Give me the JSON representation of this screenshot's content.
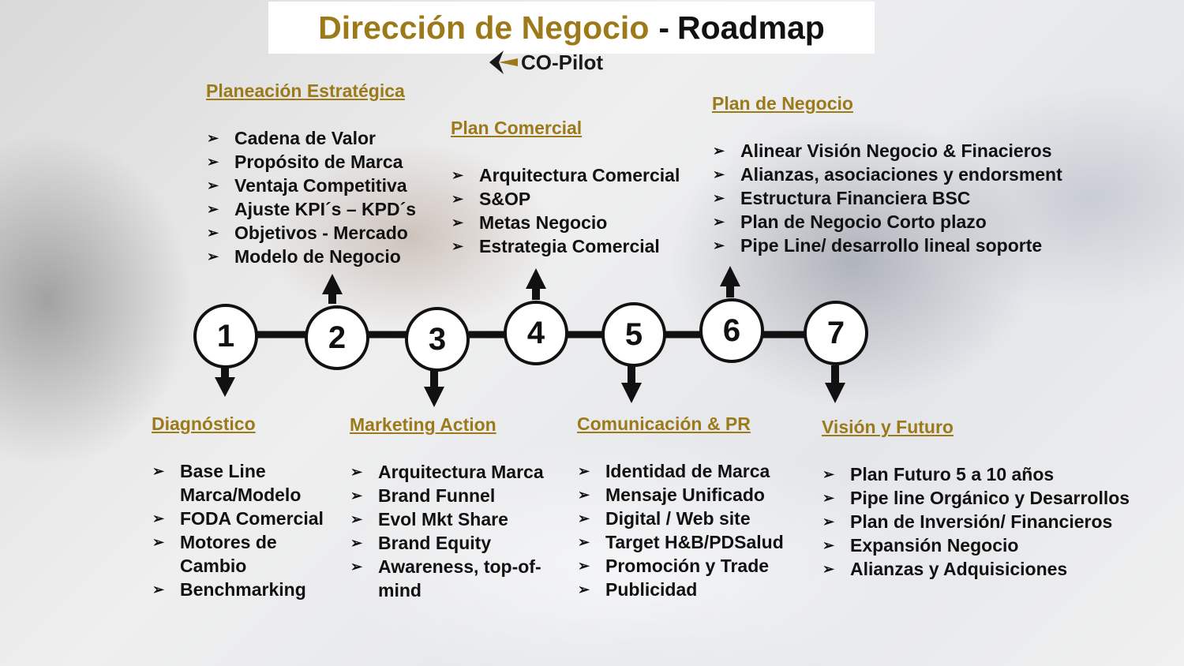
{
  "title": {
    "main": "Dirección de Negocio",
    "separator": "-",
    "rest": "Roadmap"
  },
  "logo": {
    "text": "CO-Pilot"
  },
  "colors": {
    "gold": "#9c7a1a",
    "dark": "#111111"
  },
  "bullet_glyph": "➢",
  "steps": [
    "1",
    "2",
    "3",
    "4",
    "5",
    "6",
    "7"
  ],
  "sections": {
    "planeacion": {
      "heading": "Planeación Estratégica",
      "items": [
        "Cadena de Valor",
        "Propósito de Marca",
        "Ventaja Competitiva",
        "Ajuste KPI´s – KPD´s",
        "Objetivos - Mercado",
        "Modelo de Negocio"
      ]
    },
    "comercial": {
      "heading": "Plan Comercial",
      "items": [
        "Arquitectura Comercial",
        "S&OP",
        "Metas Negocio",
        "Estrategia  Comercial"
      ]
    },
    "negocio": {
      "heading": "Plan de Negocio",
      "items": [
        "Alinear Visión Negocio & Finacieros",
        "Alianzas, asociaciones y endorsment",
        "Estructura Financiera BSC",
        "Plan de Negocio Corto plazo",
        "Pipe Line/ desarrollo lineal soporte"
      ]
    },
    "diagnostico": {
      "heading": "Diagnóstico",
      "items": [
        "Base Line Marca/Modelo",
        "FODA Comercial",
        "Motores de Cambio",
        "Benchmarking"
      ]
    },
    "marketing": {
      "heading": "Marketing Action",
      "items": [
        "Arquitectura Marca",
        "Brand Funnel",
        "Evol Mkt Share",
        "Brand Equity",
        "Awareness, top-of-mind"
      ]
    },
    "comunicacion": {
      "heading": "Comunicación & PR",
      "items": [
        "Identidad de Marca",
        "Mensaje Unificado",
        "Digital / Web site",
        "Target H&B/PDSalud",
        "Promoción y Trade",
        "Publicidad"
      ]
    },
    "vision": {
      "heading": "Visión y Futuro",
      "items": [
        "Plan Futuro 5 a 10 años",
        "Pipe line Orgánico y Desarrollos",
        "Plan de Inversión/ Financieros",
        "Expansión Negocio",
        "Alianzas y Adquisiciones"
      ]
    }
  }
}
